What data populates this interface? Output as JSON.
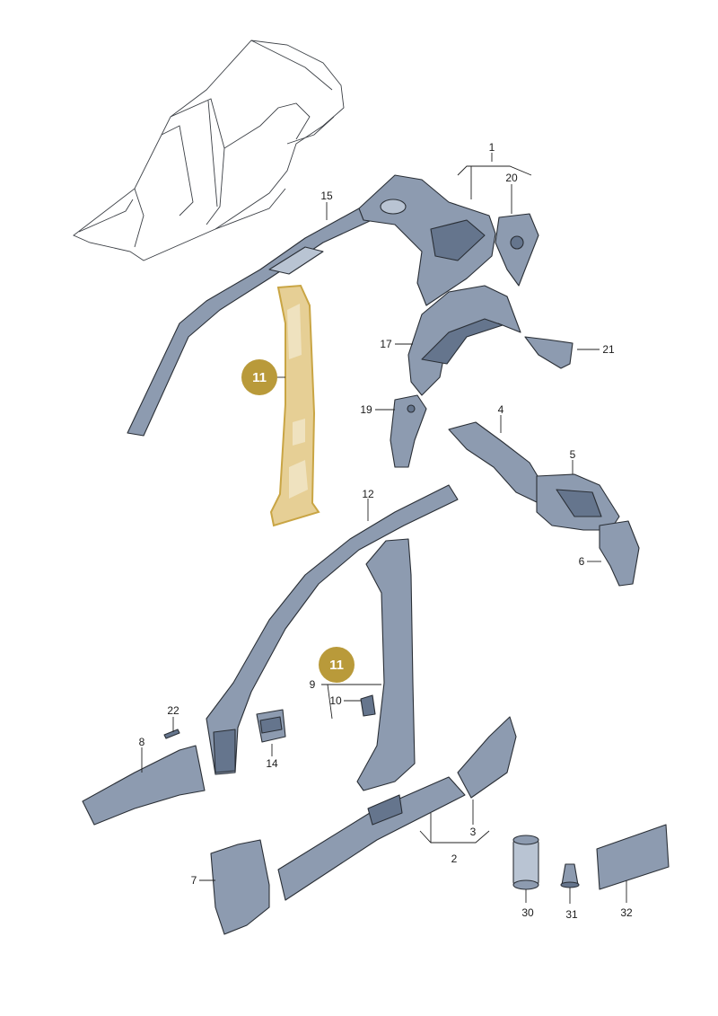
{
  "callouts": [
    {
      "id": "1",
      "text": "1"
    },
    {
      "id": "2",
      "text": "2"
    },
    {
      "id": "3",
      "text": "3"
    },
    {
      "id": "4",
      "text": "4"
    },
    {
      "id": "5",
      "text": "5"
    },
    {
      "id": "6",
      "text": "6"
    },
    {
      "id": "7",
      "text": "7"
    },
    {
      "id": "8",
      "text": "8"
    },
    {
      "id": "9",
      "text": "9"
    },
    {
      "id": "10",
      "text": "10"
    },
    {
      "id": "12",
      "text": "12"
    },
    {
      "id": "14",
      "text": "14"
    },
    {
      "id": "15",
      "text": "15"
    },
    {
      "id": "17",
      "text": "17"
    },
    {
      "id": "19",
      "text": "19"
    },
    {
      "id": "20",
      "text": "20"
    },
    {
      "id": "21",
      "text": "21"
    },
    {
      "id": "22",
      "text": "22"
    },
    {
      "id": "30",
      "text": "30"
    },
    {
      "id": "31",
      "text": "31"
    },
    {
      "id": "32",
      "text": "32"
    }
  ],
  "highlight_badges": [
    {
      "text": "11"
    },
    {
      "text": "11"
    }
  ],
  "colors": {
    "part_fill": "#8d9bb0",
    "part_dark": "#65758d",
    "highlight_fill": "#e6cf95",
    "highlight_outline": "#c9a544",
    "badge": "#b99a3a"
  }
}
